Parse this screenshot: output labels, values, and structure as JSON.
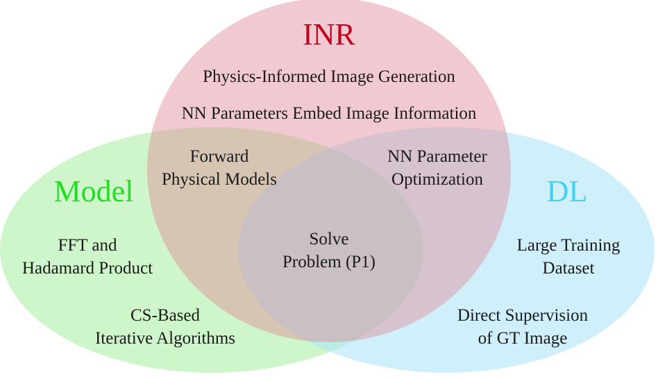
{
  "sets": {
    "inr": {
      "title": "INR",
      "color": "#c0001e",
      "fill": "#e8a0a8"
    },
    "model": {
      "title": "Model",
      "color": "#22dd22",
      "fill": "#a8eea0"
    },
    "dl": {
      "title": "DL",
      "color": "#44d0f0",
      "fill": "#a8e4f8"
    }
  },
  "regions": {
    "inr_only": {
      "line1": "Physics-Informed Image Generation",
      "line2": "NN Parameters Embed Image Information"
    },
    "inr_model": {
      "line1": "Forward",
      "line2": "Physical Models"
    },
    "inr_dl": {
      "line1": "NN Parameter",
      "line2": "Optimization"
    },
    "center": {
      "line1": "Solve",
      "line2": "Problem (P1)"
    },
    "model_only": {
      "item1_line1": "FFT and",
      "item1_line2": "Hadamard Product",
      "item2_line1": "CS-Based",
      "item2_line2": "Iterative Algorithms"
    },
    "dl_only": {
      "item1_line1": "Large Training",
      "item1_line2": "Dataset",
      "item2_line1": "Direct Supervision",
      "item2_line2": "of GT Image"
    }
  }
}
